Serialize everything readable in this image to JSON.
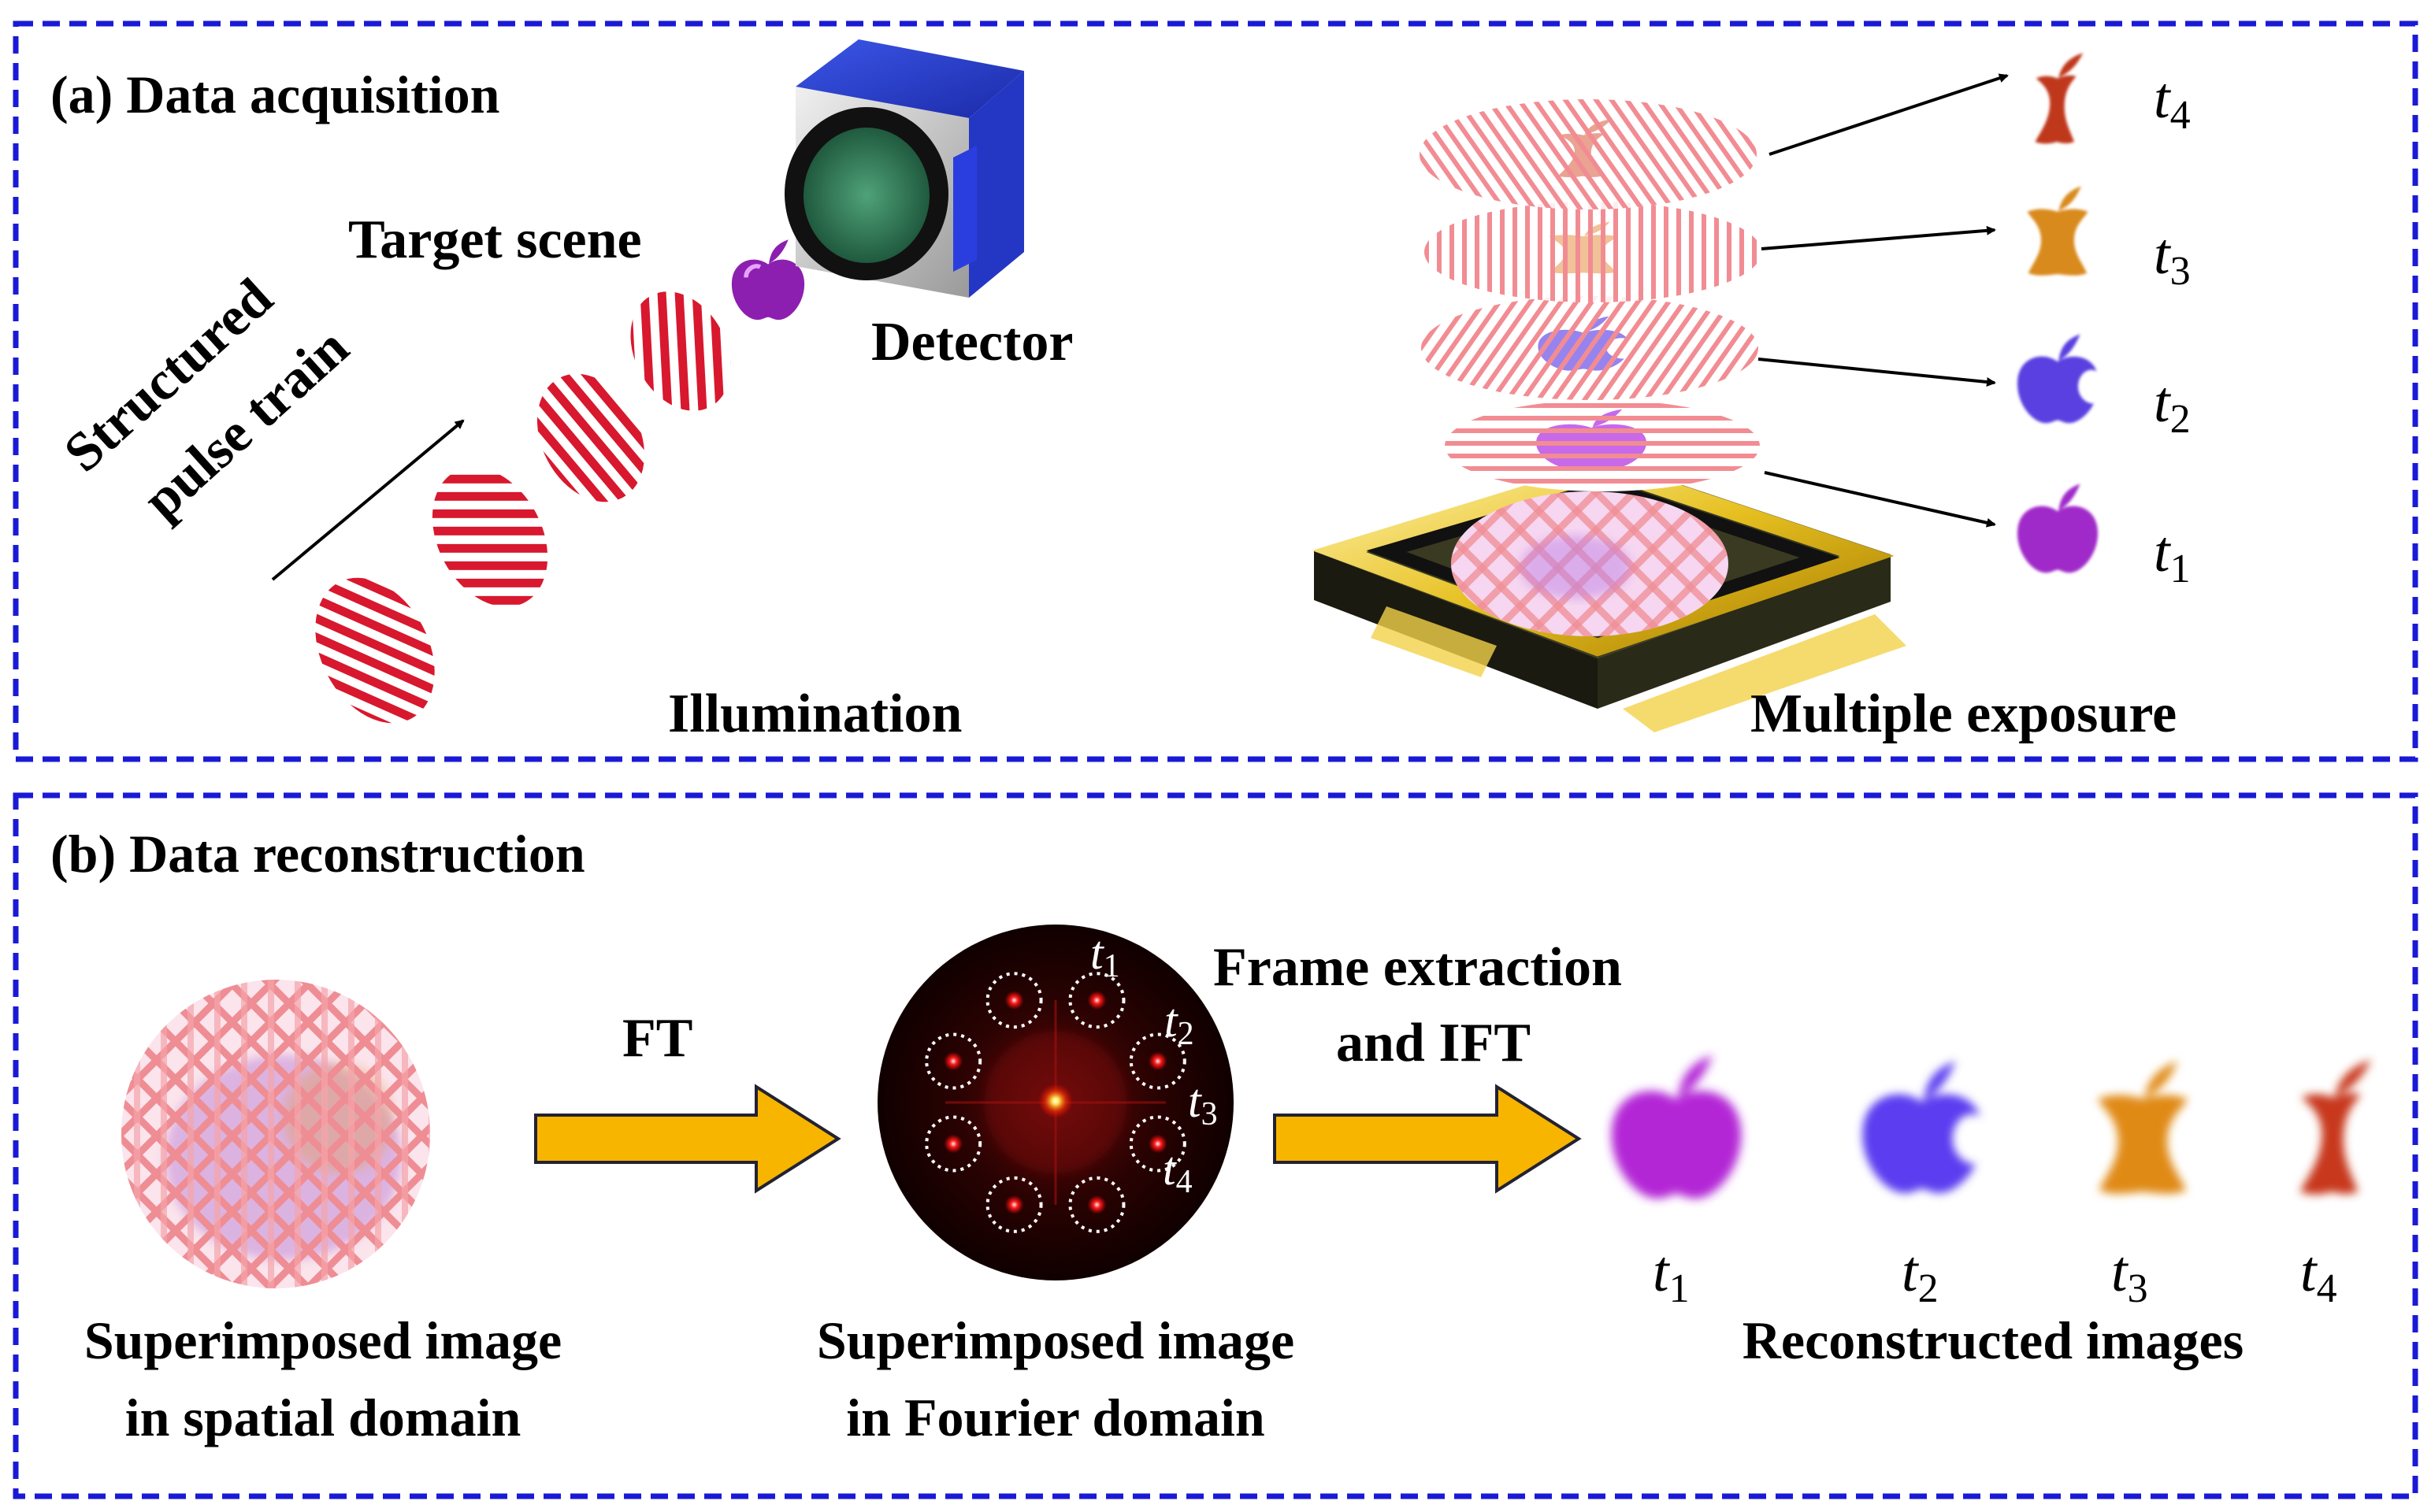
{
  "panel_a": {
    "title": "(a) Data acquisition",
    "target_scene": "Target scene",
    "detector": "Detector",
    "pulse_line1": "Structured",
    "pulse_line2": "pulse train",
    "illumination": "Illumination",
    "multiple_exposure": "Multiple exposure",
    "frames": [
      {
        "t": "t",
        "sub": "4",
        "color": "#c0391d"
      },
      {
        "t": "t",
        "sub": "3",
        "color": "#d98a1e"
      },
      {
        "t": "t",
        "sub": "2",
        "color": "#5a3fe0"
      },
      {
        "t": "t",
        "sub": "1",
        "color": "#a02cc9"
      }
    ]
  },
  "panel_b": {
    "title": "(b) Data reconstruction",
    "ft": "FT",
    "frame_extraction_1": "Frame extraction",
    "frame_extraction_2": "and IFT",
    "spatial_caption_1": "Superimposed image",
    "spatial_caption_2": "in spatial domain",
    "fourier_caption_1": "Superimposed image",
    "fourier_caption_2": "in Fourier domain",
    "reconstructed_caption": "Reconstructed images",
    "fourier_labels": [
      {
        "t": "t",
        "sub": "1"
      },
      {
        "t": "t",
        "sub": "2"
      },
      {
        "t": "t",
        "sub": "3"
      },
      {
        "t": "t",
        "sub": "4"
      }
    ],
    "reconstructed": [
      {
        "t": "t",
        "sub": "1",
        "color": "#b327d6"
      },
      {
        "t": "t",
        "sub": "2",
        "color": "#5b3df0"
      },
      {
        "t": "t",
        "sub": "3",
        "color": "#e08a14"
      },
      {
        "t": "t",
        "sub": "4",
        "color": "#c8391b"
      }
    ]
  },
  "colors": {
    "frame_border": "#1a1ad6",
    "stripe_red": "#d8182e",
    "arrow_fill": "#f7b500",
    "mesh_pink": "#f4a0a4",
    "fourier_bg": "#1a0000"
  }
}
